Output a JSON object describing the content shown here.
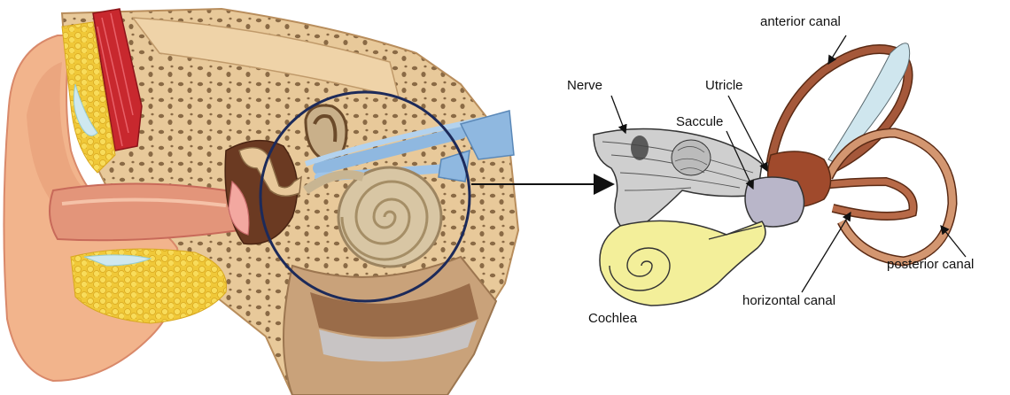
{
  "labels": {
    "anterior_canal": "anterior canal",
    "nerve": "Nerve",
    "utricle": "Utricle",
    "saccule": "Saccule",
    "posterior_canal": "posterior canal",
    "horizontal_canal": "horizontal canal",
    "cochlea": "Cochlea"
  },
  "colors": {
    "skin": "#f2b48c",
    "skin_shadow": "#d9896a",
    "bone": "#e8c99a",
    "bone_pore": "#8a6a45",
    "fat": "#f5d24a",
    "muscle": "#c8282e",
    "nerve_blue": "#8fb8e0",
    "cochlea_beige": "#d8c6a4",
    "circle_outline": "#1c2a5a",
    "canal_brown": "#a5583a",
    "canal_outline": "#5a2a14",
    "cochlea_yellow": "#f3ef9a",
    "vestibule_gray": "#b9b6c9",
    "nerve_gray": "#cfcfcf"
  },
  "icons": [
    "ear-cross-section-illustration",
    "inner-ear-diagram",
    "arrow-right-icon"
  ]
}
